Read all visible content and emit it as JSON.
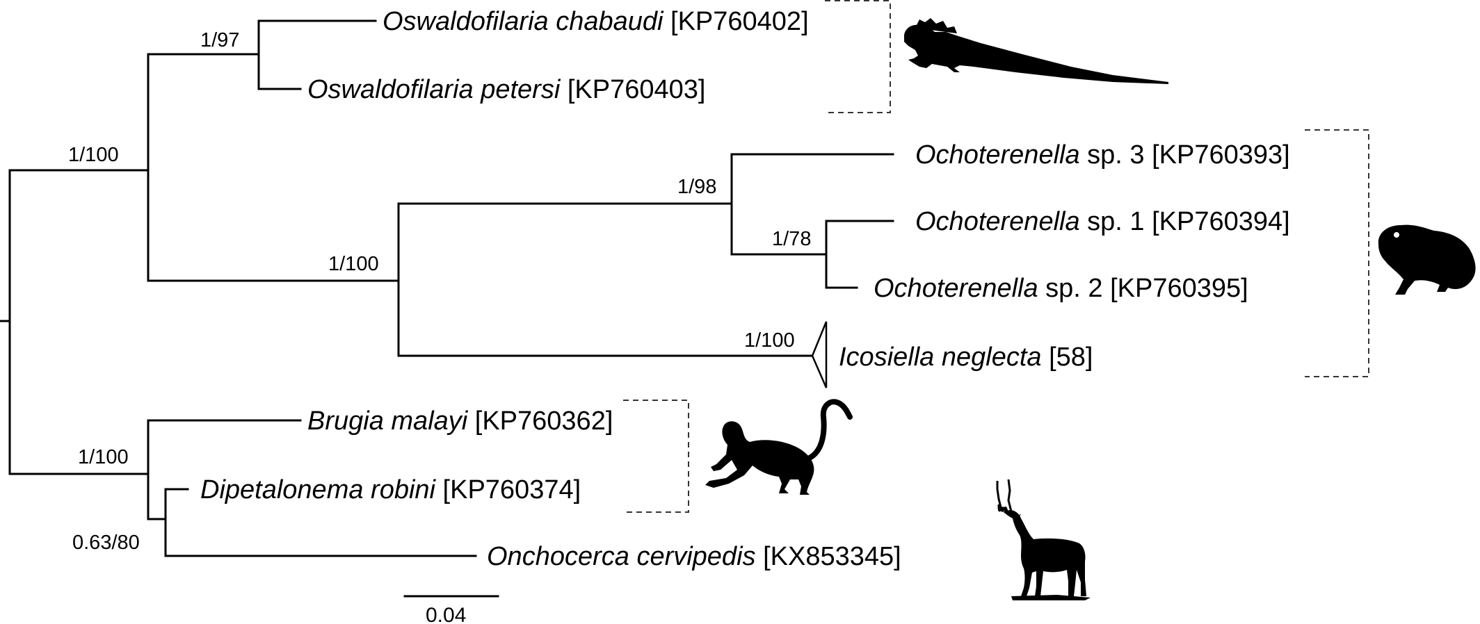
{
  "tree": {
    "support_values": {
      "root_upper": "1/100",
      "oswaldofilaria": "1/97",
      "ochoterenella_icosiella": "1/100",
      "ochoterenella": "1/98",
      "ochoterenella_1_2": "1/78",
      "icosiella": "1/100",
      "lower_clade": "1/100",
      "dipetalonema_onchocerca": "0.63/80"
    },
    "taxa": [
      {
        "italic": "Oswaldofilaria chabaudi",
        "plain": " [KP760402]"
      },
      {
        "italic": "Oswaldofilaria petersi",
        "plain": " [KP760403]"
      },
      {
        "italic": "Ochoterenella",
        "plain": " sp. 3 [KP760393]"
      },
      {
        "italic": "Ochoterenella",
        "plain": " sp. 1 [KP760394]"
      },
      {
        "italic": "Ochoterenella",
        "plain": " sp. 2 [KP760395]"
      },
      {
        "italic": "Icosiella neglecta",
        "plain": " [58]"
      },
      {
        "italic": "Brugia malayi",
        "plain": " [KP760362]"
      },
      {
        "italic": "Dipetalonema robini",
        "plain": " [KP760374]"
      },
      {
        "italic": "Onchocerca cervipedis",
        "plain": " [KX853345]"
      }
    ],
    "scale_bar": "0.04",
    "host_icons": [
      "iguana-icon",
      "toad-icon",
      "monkey-icon",
      "antelope-icon"
    ]
  }
}
